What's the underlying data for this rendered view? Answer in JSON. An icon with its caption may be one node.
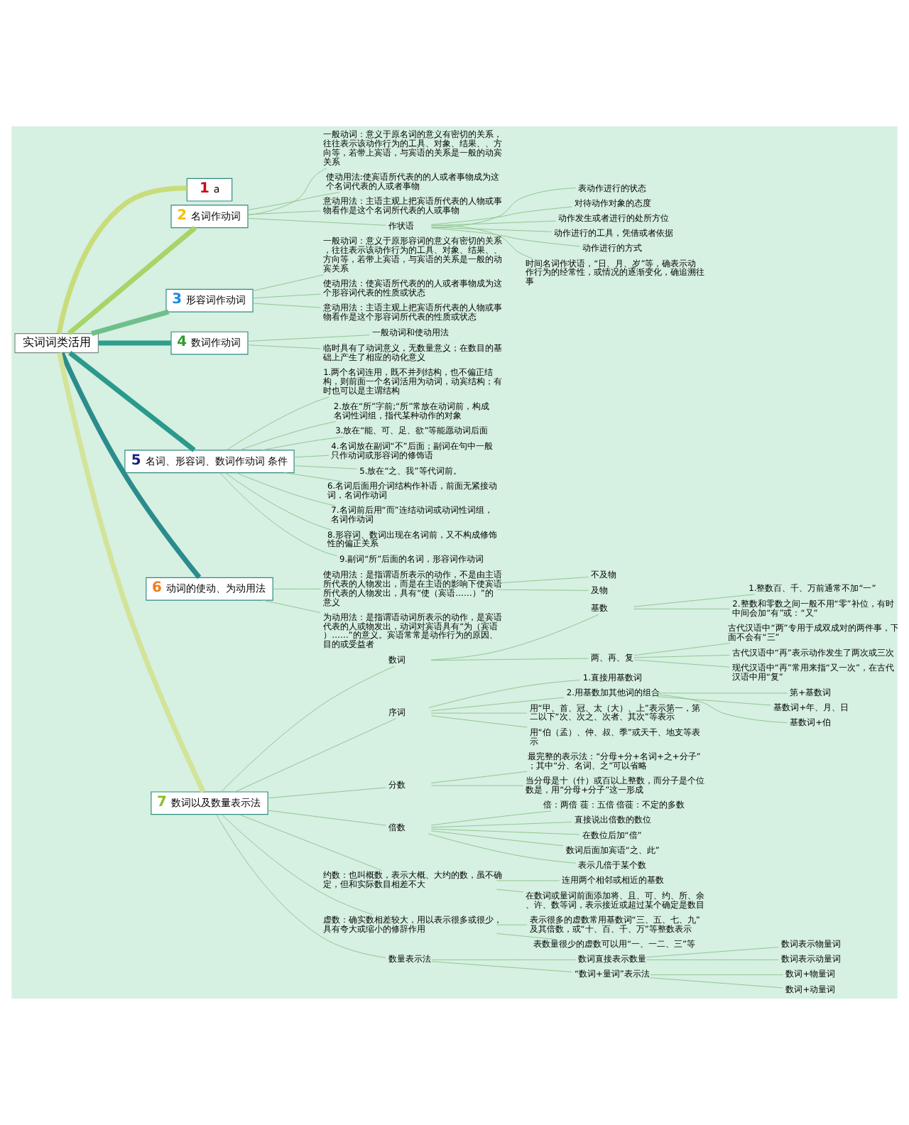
{
  "diagram": {
    "nodes": [
      {
        "text": [
          "实词词类活用"
        ]
      },
      {
        "text": [
          "1",
          "a"
        ]
      },
      {
        "text": [
          "2",
          "名词作动词"
        ]
      },
      {
        "text": [
          "一般动词：意义于原名词的意义有密切的关系，往往表示该动作行为的工具、对象、结果、、方向等，若带上宾语，与宾语的关系是一般的动宾关系"
        ]
      },
      {
        "text": [
          "使动用法:使宾语所代表的的人或者事物成为这个名词代表的人或者事物"
        ]
      },
      {
        "text": [
          "意动用法：主语主观上把宾语所代表的人物或事物看作是这个名词所代表的人或事物"
        ]
      },
      {
        "text": [
          "作状语"
        ]
      },
      {
        "text": [
          "表动作进行的状态"
        ]
      },
      {
        "text": [
          "对待动作对象的态度"
        ]
      },
      {
        "text": [
          "动作发生或者进行的处所方位"
        ]
      },
      {
        "text": [
          "动作进行的工具，凭借或者依据"
        ]
      },
      {
        "text": [
          "动作进行的方式"
        ]
      },
      {
        "text": [
          "时间名词作状语，“日、月、岁”等，确表示动作行为的经常性，或情况的逐渐变化，确追溯往事"
        ]
      },
      {
        "text": [
          "3",
          "形容词作动词"
        ]
      },
      {
        "text": [
          "一般动词：意义于原形容词的意义有密切的关系，往往表示该动作行为的工具、对象、结果、、方向等，若带上宾语，与宾语的关系是一般的动宾关系"
        ]
      },
      {
        "text": [
          "使动用法：使宾语所代表的的人或者事物成为这个形容词代表的性质或状态"
        ]
      },
      {
        "text": [
          "意动用法：主语主观上把宾语所代表的人物或事物看作是这个形容词所代表的性质或状态"
        ]
      },
      {
        "text": [
          "4",
          "数词作动词"
        ]
      },
      {
        "text": [
          "一般动词和使动用法"
        ]
      },
      {
        "text": [
          "临时具有了动词意义，无数量意义；在数目的基础上产生了相应的动化意义"
        ]
      },
      {
        "text": [
          "5",
          "名词、形容词、数词作动词 条件"
        ]
      },
      {
        "text": [
          "1.两个名词连用，既不并列结构，也不偏正结构，则前面一个名词活用为动词，动宾结构；有时也可以是主谓结构"
        ]
      },
      {
        "text": [
          "2.放在“所”字前;“所”常放在动词前，构成名词性词组，指代某种动作的对象"
        ]
      },
      {
        "text": [
          "3.放在“能、可、足、欲”等能愿动词后面"
        ]
      },
      {
        "text": [
          "4.名词放在副词“不”后面；副词在句中一般只作动词或形容词的修饰语"
        ]
      },
      {
        "text": [
          "5.放在“之、我”等代词前。"
        ]
      },
      {
        "text": [
          "6.名词后面用介词结构作补语，前面无紧接动词，名词作动词"
        ]
      },
      {
        "text": [
          "7.名词前后用“而”连结动词或动词性词组，名词作动词"
        ]
      },
      {
        "text": [
          "8.形容词、数词出现在名词前，又不构成修饰性的偏正关系"
        ]
      },
      {
        "text": [
          "9.副词“所”后面的名词，形容词作动词"
        ]
      },
      {
        "text": [
          "6",
          "动词的使动、为动用法"
        ]
      },
      {
        "text": [
          "使动用法：是指谓语所表示的动作，不是由主语所代表的人物发出，而是在主语的影响下使宾语所代表的人物发出，具有“使（宾语……）”的意义"
        ]
      },
      {
        "text": [
          "不及物"
        ]
      },
      {
        "text": [
          "及物"
        ]
      },
      {
        "text": [
          "为动用法：是指谓语动词所表示的动作，是宾语代表的人或物发出，动词对宾语具有“为（宾语）……”的意义。宾语常常是动作行为的原因、目的或受益者"
        ]
      },
      {
        "text": [
          "7",
          "数词以及数量表示法"
        ]
      },
      {
        "text": [
          "数词"
        ]
      },
      {
        "text": [
          "基数"
        ]
      },
      {
        "text": [
          "1.整数百、千、万前通常不加“一”"
        ]
      },
      {
        "text": [
          "2.整数和零数之间一般不用“零”补位，有时中间会加“有”或：“又”"
        ]
      },
      {
        "text": [
          "两、再、复"
        ]
      },
      {
        "text": [
          "古代汉语中“两”专用于成双成对的两件事，下面不会有“三”"
        ]
      },
      {
        "text": [
          "古代汉语中“再”表示动作发生了两次或三次"
        ]
      },
      {
        "text": [
          "现代汉语中“再”常用来指“又一次”，在古代汉语中用“复”"
        ]
      },
      {
        "text": [
          "序词"
        ]
      },
      {
        "text": [
          "1.直接用基数词"
        ]
      },
      {
        "text": [
          "2.用基数加其他词的组合"
        ]
      },
      {
        "text": [
          "第+基数词"
        ]
      },
      {
        "text": [
          "基数词+年、月、日"
        ]
      },
      {
        "text": [
          "基数词+伯"
        ]
      },
      {
        "text": [
          "用“甲、首、冠、太（大）、上”表示第一，第二以下“次、次之、次者、其次”等表示"
        ]
      },
      {
        "text": [
          "用“伯（孟）、仲、叔、季”或天干、地支等表示"
        ]
      },
      {
        "text": [
          "分数"
        ]
      },
      {
        "text": [
          "最完整的表示法：“分母+分+名词+之+分子”；其中“分、名词、之”可以省略"
        ]
      },
      {
        "text": [
          "当分母是十（什）或百以上整数，而分子是个位数是，用“分母+分子”这一形成"
        ]
      },
      {
        "text": [
          "倍数"
        ]
      },
      {
        "text": [
          "倍：两倍 蓰：五倍 倍蓰：不定的多数"
        ]
      },
      {
        "text": [
          "直接说出倍数的数位"
        ]
      },
      {
        "text": [
          "在数位后加“倍”"
        ]
      },
      {
        "text": [
          "数词后面加宾语“之、此”"
        ]
      },
      {
        "text": [
          "表示几倍于某个数"
        ]
      },
      {
        "text": [
          "约数：也叫概数，表示大概、大约的数，虽不确定，但和实际数目相差不大"
        ]
      },
      {
        "text": [
          "连用两个相邻或相近的基数"
        ]
      },
      {
        "text": [
          "在数词或量词前面添加将、且、可、约、所、余、许、数等词，表示接近或超过某个确定是数目"
        ]
      },
      {
        "text": [
          "虚数：确实数相差较大，用以表示很多或很少，具有夸大或缩小的修辞作用"
        ]
      },
      {
        "text": [
          "表示很多的虚数常用基数词“三、五、七、九”及其倍数，或“十、百、千、万”等整数表示"
        ]
      },
      {
        "text": [
          "表数量很少的虚数可以用“一、一二、三”等"
        ]
      },
      {
        "text": [
          "数量表示法"
        ]
      },
      {
        "text": [
          "数词直接表示数量"
        ]
      },
      {
        "text": [
          "数词表示物量词"
        ]
      },
      {
        "text": [
          "数词表示动量词"
        ]
      },
      {
        "text": [
          "“数词+量词”表示法"
        ]
      },
      {
        "text": [
          "数词+物量词"
        ]
      },
      {
        "text": [
          "数词+动量词"
        ]
      }
    ],
    "edges": [
      {
        "from": 0,
        "to": 1,
        "arrow": "none",
        "style": "thick",
        "color": "#c9dc7a"
      },
      {
        "from": 0,
        "to": 2,
        "arrow": "none",
        "style": "thick",
        "color": "#a8d468"
      },
      {
        "from": 2,
        "to": 3,
        "arrow": "none"
      },
      {
        "from": 2,
        "to": 4,
        "arrow": "none"
      },
      {
        "from": 2,
        "to": 5,
        "arrow": "none"
      },
      {
        "from": 2,
        "to": 6,
        "arrow": "none"
      },
      {
        "from": 6,
        "to": 7,
        "arrow": "none"
      },
      {
        "from": 6,
        "to": 8,
        "arrow": "none"
      },
      {
        "from": 6,
        "to": 9,
        "arrow": "none"
      },
      {
        "from": 6,
        "to": 10,
        "arrow": "none"
      },
      {
        "from": 6,
        "to": 11,
        "arrow": "none"
      },
      {
        "from": 6,
        "to": 12,
        "arrow": "none"
      },
      {
        "from": 0,
        "to": 13,
        "arrow": "none",
        "style": "thick",
        "color": "#6fbf8c"
      },
      {
        "from": 13,
        "to": 14,
        "arrow": "none"
      },
      {
        "from": 13,
        "to": 15,
        "arrow": "none"
      },
      {
        "from": 13,
        "to": 16,
        "arrow": "none"
      },
      {
        "from": 0,
        "to": 17,
        "arrow": "none",
        "style": "thick",
        "color": "#2e9e8f"
      },
      {
        "from": 17,
        "to": 18,
        "arrow": "none"
      },
      {
        "from": 17,
        "to": 19,
        "arrow": "none"
      },
      {
        "from": 0,
        "to": 20,
        "arrow": "none",
        "style": "thick",
        "color": "#2a9a8c"
      },
      {
        "from": 20,
        "to": 21,
        "arrow": "none"
      },
      {
        "from": 20,
        "to": 22,
        "arrow": "none"
      },
      {
        "from": 20,
        "to": 23,
        "arrow": "none"
      },
      {
        "from": 20,
        "to": 24,
        "arrow": "none"
      },
      {
        "from": 20,
        "to": 25,
        "arrow": "none"
      },
      {
        "from": 20,
        "to": 26,
        "arrow": "none"
      },
      {
        "from": 20,
        "to": 27,
        "arrow": "none"
      },
      {
        "from": 20,
        "to": 28,
        "arrow": "none"
      },
      {
        "from": 20,
        "to": 29,
        "arrow": "none"
      },
      {
        "from": 0,
        "to": 30,
        "arrow": "none",
        "style": "thick",
        "color": "#2b8c8c"
      },
      {
        "from": 30,
        "to": 31,
        "arrow": "none"
      },
      {
        "from": 31,
        "to": 32,
        "arrow": "none"
      },
      {
        "from": 31,
        "to": 33,
        "arrow": "none"
      },
      {
        "from": 30,
        "to": 34,
        "arrow": "none"
      },
      {
        "from": 0,
        "to": 35,
        "arrow": "none",
        "style": "thick",
        "color": "#d3e398"
      },
      {
        "from": 35,
        "to": 36,
        "arrow": "none"
      },
      {
        "from": 36,
        "to": 37,
        "arrow": "none"
      },
      {
        "from": 37,
        "to": 38,
        "arrow": "none"
      },
      {
        "from": 37,
        "to": 39,
        "arrow": "none"
      },
      {
        "from": 36,
        "to": 40,
        "arrow": "none"
      },
      {
        "from": 40,
        "to": 41,
        "arrow": "none"
      },
      {
        "from": 40,
        "to": 42,
        "arrow": "none"
      },
      {
        "from": 40,
        "to": 43,
        "arrow": "none"
      },
      {
        "from": 35,
        "to": 44,
        "arrow": "none"
      },
      {
        "from": 44,
        "to": 45,
        "arrow": "none"
      },
      {
        "from": 44,
        "to": 46,
        "arrow": "none"
      },
      {
        "from": 46,
        "to": 47,
        "arrow": "none"
      },
      {
        "from": 46,
        "to": 48,
        "arrow": "none"
      },
      {
        "from": 46,
        "to": 49,
        "arrow": "none"
      },
      {
        "from": 44,
        "to": 50,
        "arrow": "none"
      },
      {
        "from": 44,
        "to": 51,
        "arrow": "none"
      },
      {
        "from": 35,
        "to": 52,
        "arrow": "none"
      },
      {
        "from": 52,
        "to": 53,
        "arrow": "none"
      },
      {
        "from": 52,
        "to": 54,
        "arrow": "none"
      },
      {
        "from": 35,
        "to": 55,
        "arrow": "none"
      },
      {
        "from": 55,
        "to": 56,
        "arrow": "none"
      },
      {
        "from": 55,
        "to": 57,
        "arrow": "none"
      },
      {
        "from": 55,
        "to": 58,
        "arrow": "none"
      },
      {
        "from": 55,
        "to": 59,
        "arrow": "none"
      },
      {
        "from": 55,
        "to": 60,
        "arrow": "none"
      },
      {
        "from": 35,
        "to": 61,
        "arrow": "none"
      },
      {
        "from": 61,
        "to": 62,
        "arrow": "none"
      },
      {
        "from": 61,
        "to": 63,
        "arrow": "none"
      },
      {
        "from": 35,
        "to": 64,
        "arrow": "none"
      },
      {
        "from": 64,
        "to": 65,
        "arrow": "none"
      },
      {
        "from": 64,
        "to": 66,
        "arrow": "none"
      },
      {
        "from": 35,
        "to": 67,
        "arrow": "none"
      },
      {
        "from": 67,
        "to": 68,
        "arrow": "none"
      },
      {
        "from": 68,
        "to": 69,
        "arrow": "none"
      },
      {
        "from": 68,
        "to": 70,
        "arrow": "none"
      },
      {
        "from": 67,
        "to": 71,
        "arrow": "none"
      },
      {
        "from": 71,
        "to": 72,
        "arrow": "none"
      },
      {
        "from": 71,
        "to": 73,
        "arrow": "none"
      }
    ]
  }
}
